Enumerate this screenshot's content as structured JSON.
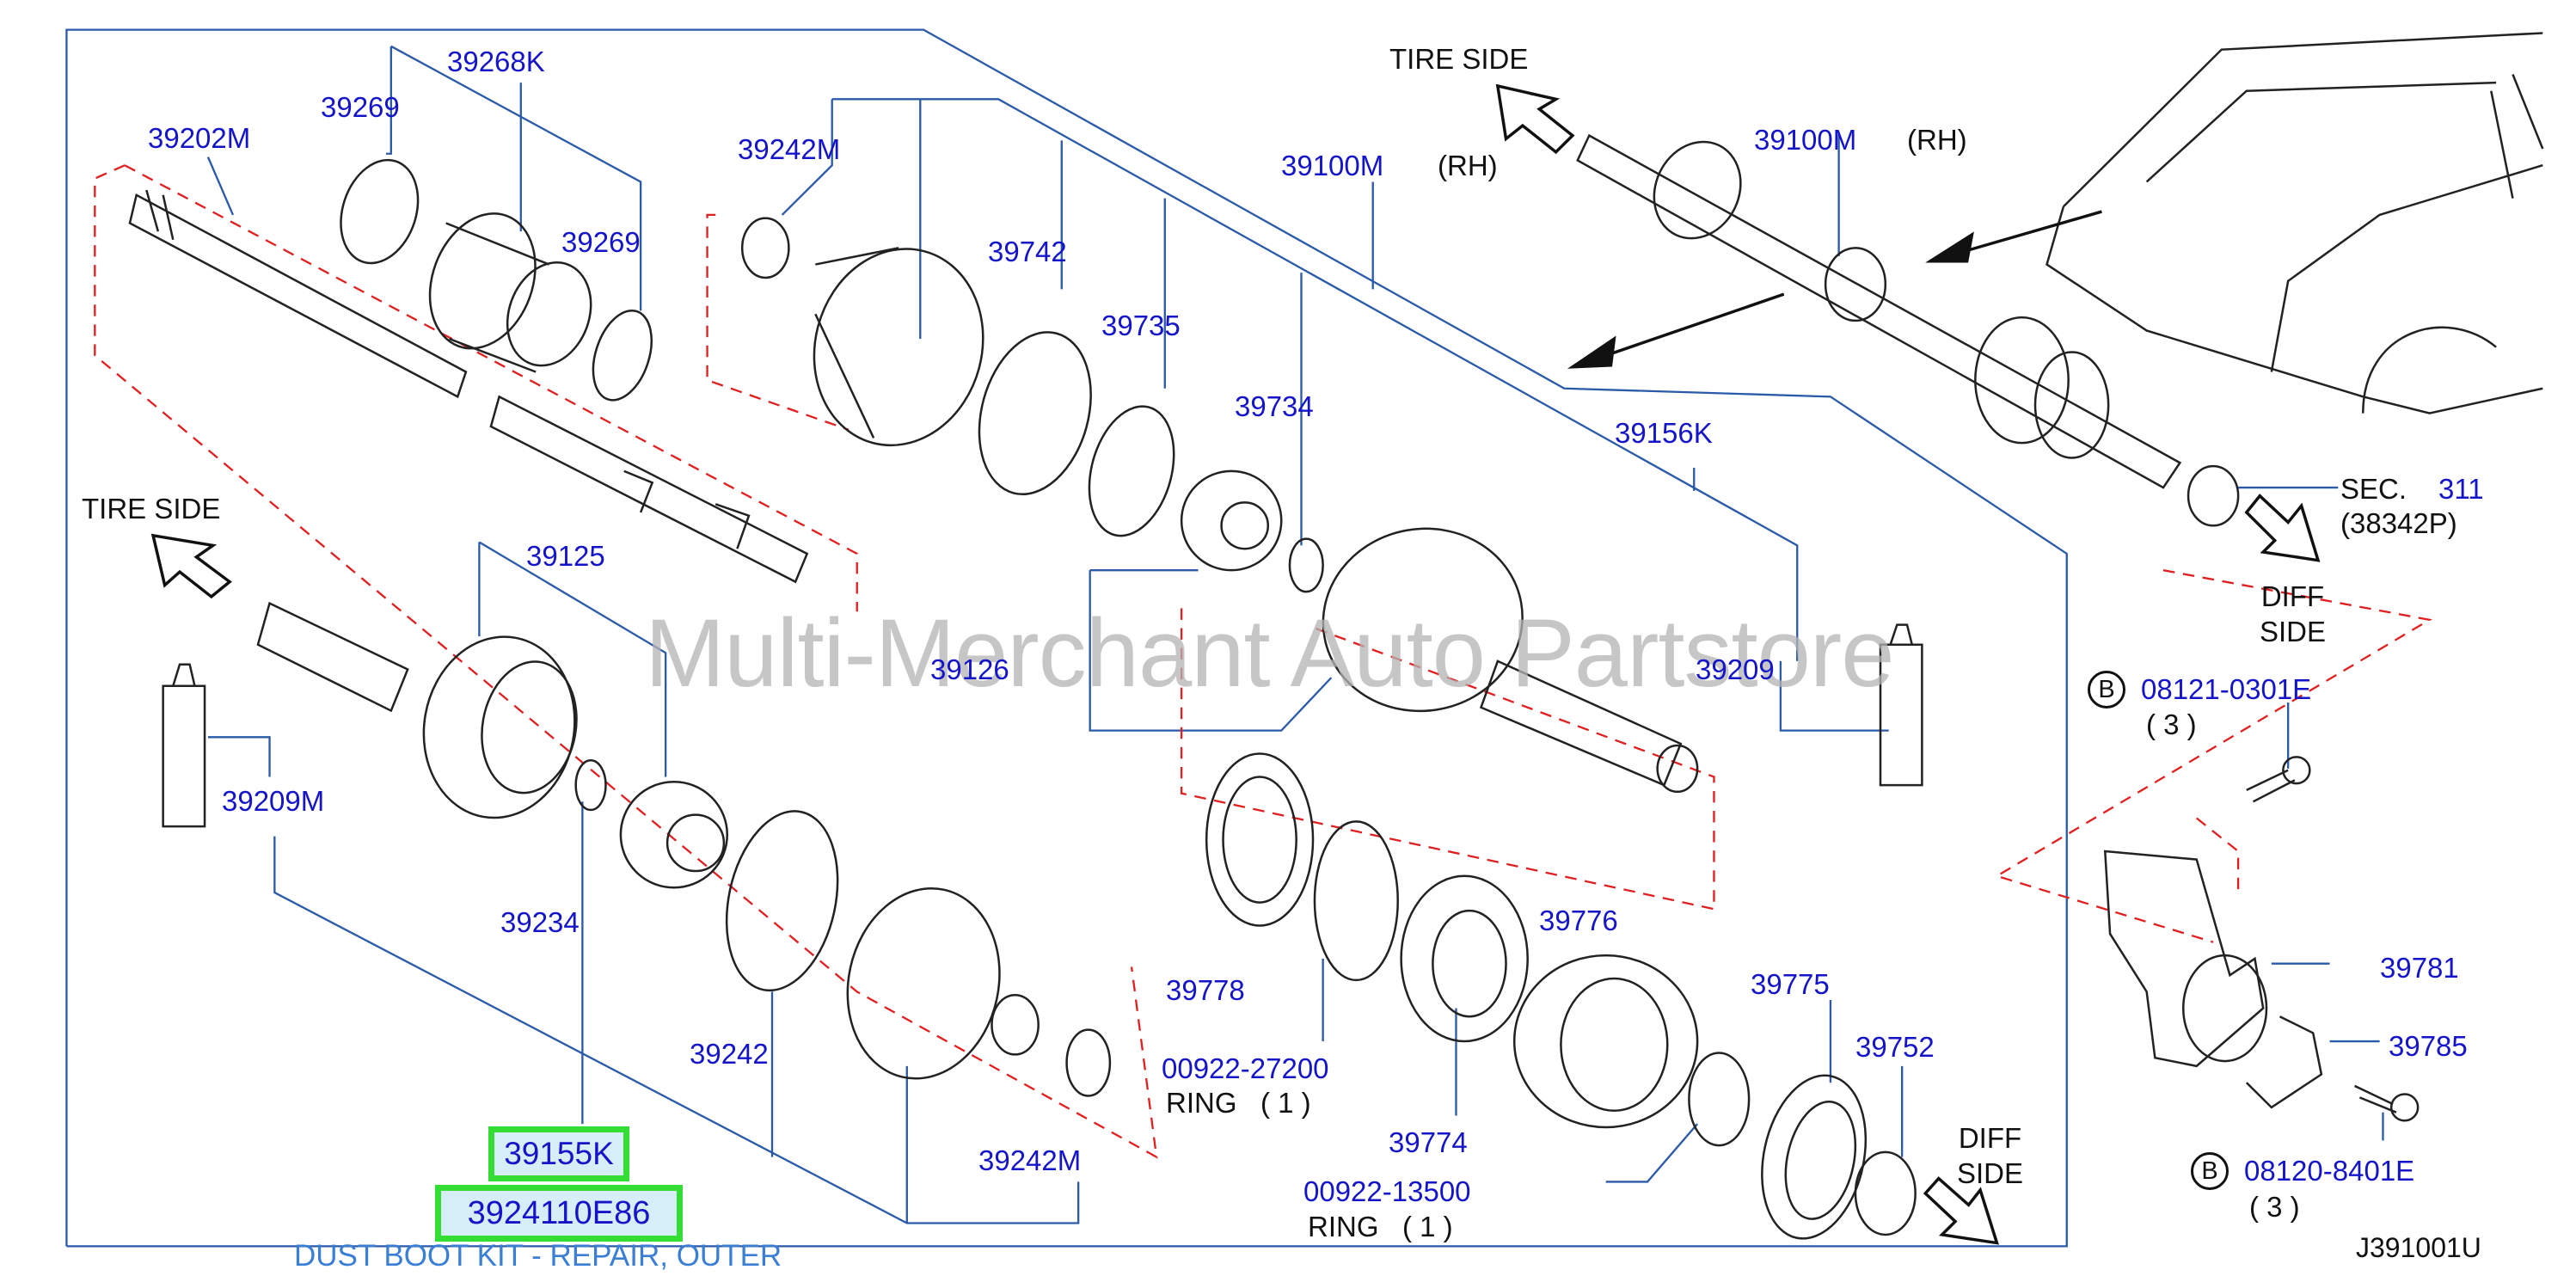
{
  "watermark": "Multi-Merchant Auto Partstore",
  "diagram_code": "J391001U",
  "highlight": {
    "kit_number": "39155K",
    "part_number": "3924110E86",
    "description": "DUST BOOT KIT - REPAIR, OUTER"
  },
  "side_labels": {
    "tire_side_left": "TIRE   SIDE",
    "tire_side_top": "TIRE   SIDE",
    "diff_side_right": "DIFF\nSIDE",
    "diff_side_bottom": "DIFF\nSIDE"
  },
  "parts": {
    "p39268K": "39268K",
    "p39269a": "39269",
    "p39269b": "39269",
    "p39202M": "39202M",
    "p39242M_top": "39242M",
    "p39742": "39742",
    "p39735": "39735",
    "p39734": "39734",
    "p39100M_main": "39100M",
    "rh_main": "(RH)",
    "p39156K": "39156K",
    "p39125": "39125",
    "p39126": "39126",
    "p39209": "39209",
    "p39209M": "39209M",
    "p39234": "39234",
    "p39242": "39242",
    "p39242M_bottom": "39242M",
    "p39778": "39778",
    "p00922_27200": "00922-27200",
    "ring1": "RING   ( 1 )",
    "p39776": "39776",
    "p39774": "39774",
    "p00922_13500": "00922-13500",
    "ring2": "RING   ( 1 )",
    "p39775": "39775",
    "p39752": "39752",
    "p39100M_car": "39100M",
    "rh_car": "(RH)",
    "sec_prefix": "SEC.",
    "sec_number": "311",
    "sec_sub": "(38342P)",
    "p08121": "08121-0301E",
    "qty3a": "( 3 )",
    "p08120": "08120-8401E",
    "qty3b": "( 3 )",
    "p39781": "39781",
    "p39785": "39785",
    "bolt_badge_a": "B",
    "bolt_badge_b": "B"
  }
}
